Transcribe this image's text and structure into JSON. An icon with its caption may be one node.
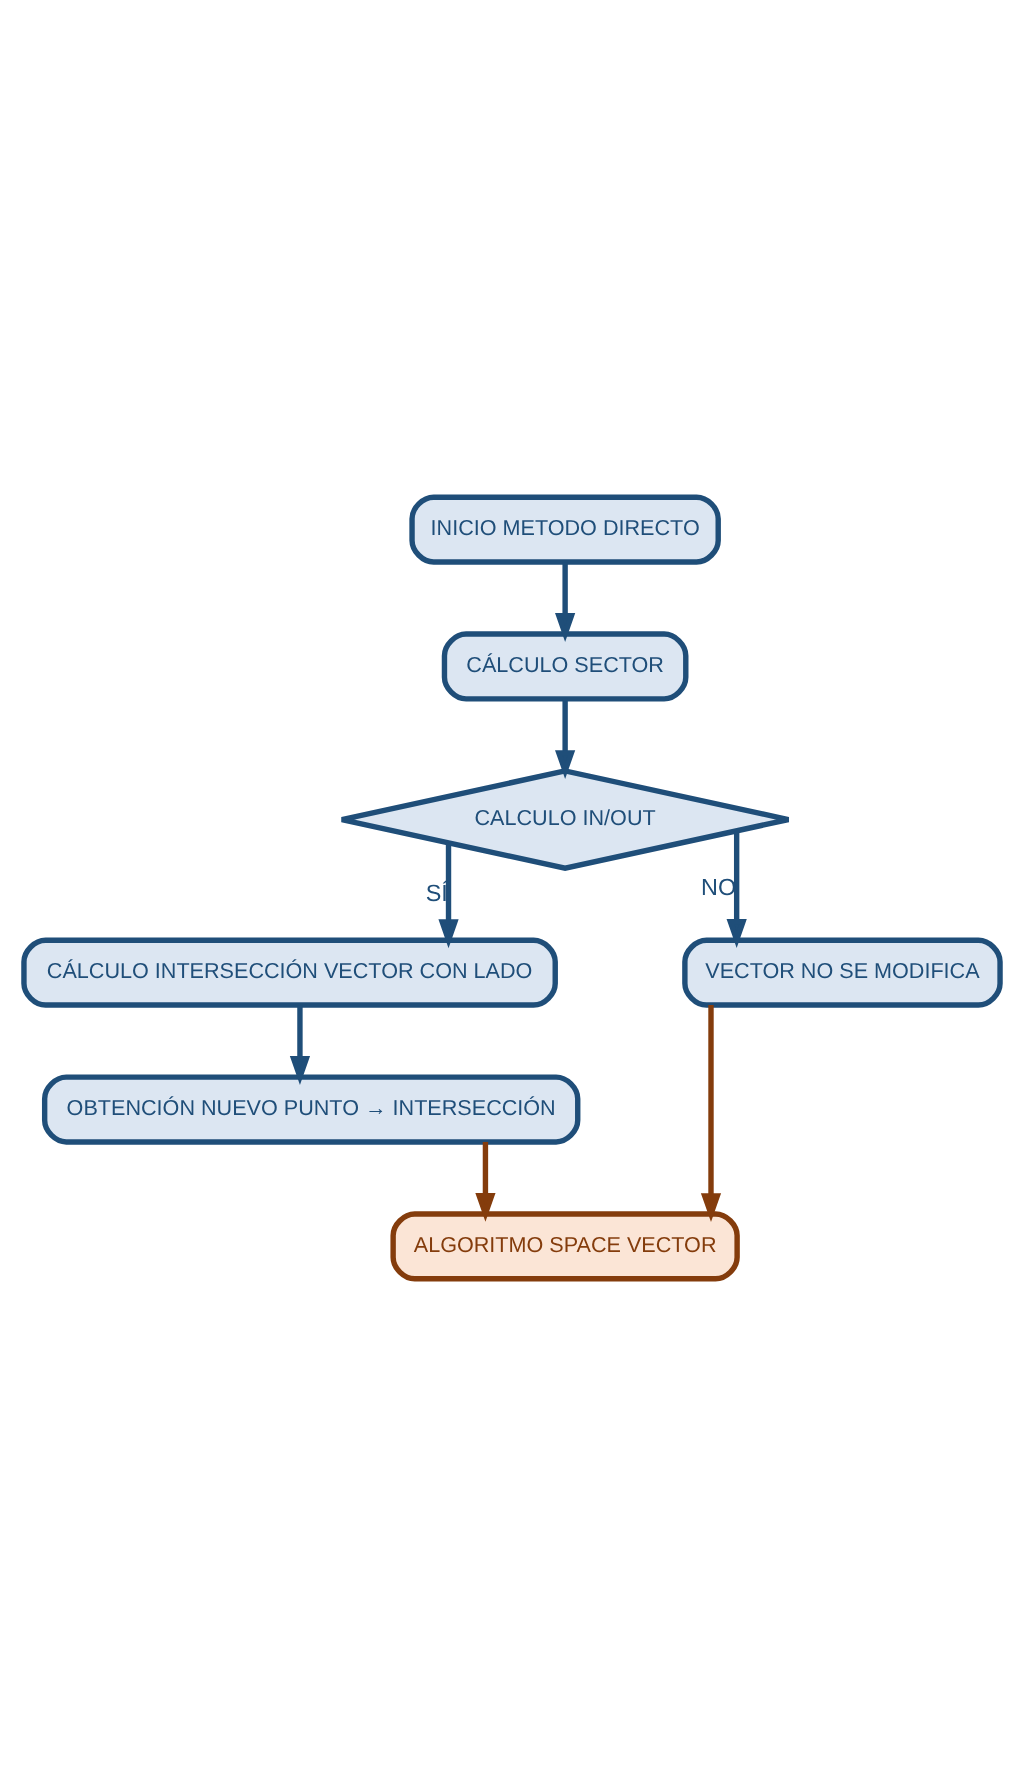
{
  "diagram": {
    "nodes": [
      {
        "text": [
          "INICIO METODO DIRECTO"
        ]
      },
      {
        "text": [
          "CÁLCULO SECTOR"
        ]
      },
      {
        "text": [
          "CALCULO IN/OUT"
        ]
      },
      {
        "text": [
          "CÁLCULO INTERSECCIÓN VECTOR CON LADO"
        ]
      },
      {
        "text": [
          "VECTOR NO SE MODIFICA"
        ]
      },
      {
        "text": [
          "OBTENCIÓN NUEVO PUNTO → INTERSECCIÓN"
        ]
      },
      {
        "text": [
          "ALGORITMO SPACE VECTOR"
        ]
      }
    ],
    "edges": [
      {
        "from": 0,
        "to": 1,
        "arrow": "to"
      },
      {
        "from": 1,
        "to": 2,
        "arrow": "to"
      },
      {
        "from": 2,
        "to": 3,
        "arrow": "to",
        "label": "SÍ"
      },
      {
        "from": 2,
        "to": 4,
        "arrow": "to",
        "label": "NO"
      },
      {
        "from": 3,
        "to": 5,
        "arrow": "to"
      },
      {
        "from": 5,
        "to": 6,
        "arrow": "to",
        "color": "#843c0c"
      },
      {
        "from": 4,
        "to": 6,
        "arrow": "to",
        "color": "#843c0c"
      }
    ]
  }
}
